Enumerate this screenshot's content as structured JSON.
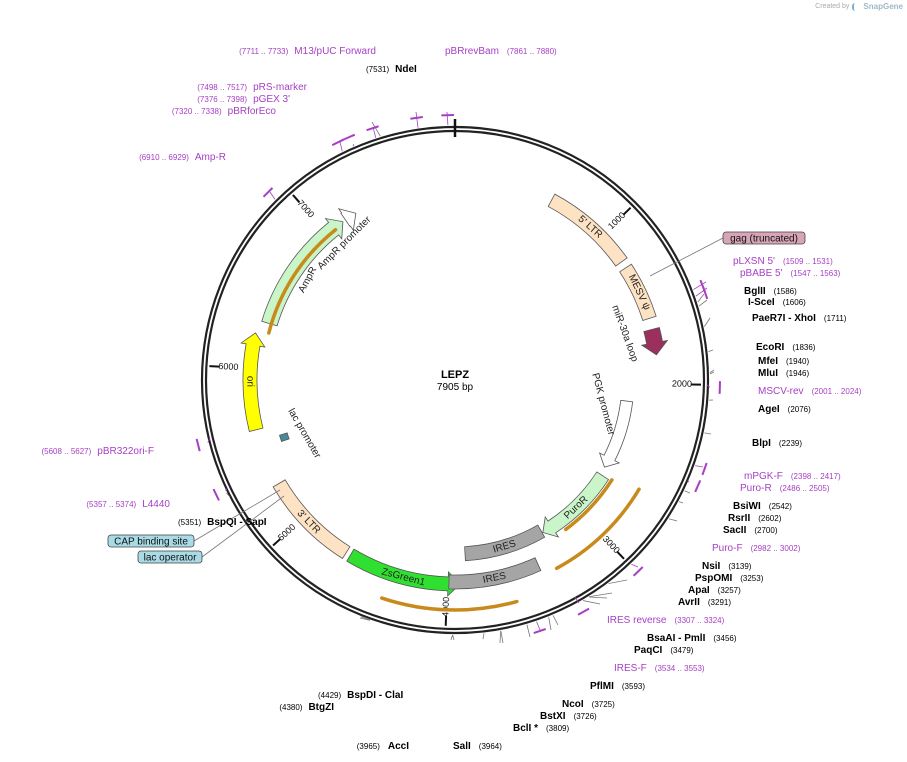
{
  "credit": {
    "prefix": "Created by",
    "logo": "SnapGene"
  },
  "plasmid": {
    "name": "LEPZ",
    "size_label": "7905 bp",
    "length": 7905
  },
  "colors": {
    "site_label": "#000000",
    "primer": "#a63fc4",
    "ltr_fill": "#fde2c4",
    "psi_fill": "#fde2c4",
    "mirna_fill": "#9b2f5e",
    "promoter_fill": "#ffffff",
    "puro_fill": "#c9f5c9",
    "ires_fill": "#a5a5a5",
    "zsgreen_fill": "#30e030",
    "ori_fill": "#ffff00",
    "ampr_fill": "#c9f5c9",
    "orf": "#c98a1c",
    "misc_feature_fill": "#4a8a96",
    "gag_fill": "#d8a4b8",
    "bubble_fill": "#a8dbe5"
  },
  "ticks": [
    {
      "pos": 1000,
      "label": "1000"
    },
    {
      "pos": 2000,
      "label": "2000"
    },
    {
      "pos": 3000,
      "label": "3000"
    },
    {
      "pos": 4000,
      "label": "4000"
    },
    {
      "pos": 5000,
      "label": "5000"
    },
    {
      "pos": 6000,
      "label": "6000"
    },
    {
      "pos": 7000,
      "label": "7000"
    }
  ],
  "features": [
    {
      "name": "5' LTR",
      "start": 620,
      "end": 1200,
      "type": "block",
      "color": "#fde2c4"
    },
    {
      "name": "MESV ψ",
      "start": 1245,
      "end": 1590,
      "type": "block",
      "color": "#fde2c4"
    },
    {
      "name": "miR-30a loop",
      "start": 1660,
      "end": 1820,
      "type": "arrow_cw",
      "color": "#9b2f5e"
    },
    {
      "name": "PGK promoter",
      "start": 2130,
      "end": 2640,
      "type": "arrow_cw",
      "color": "#ffffff"
    },
    {
      "name": "PuroR",
      "start": 2700,
      "end": 3295,
      "type": "arrow_cw",
      "color": "#c9f5c9"
    },
    {
      "name": "IRES",
      "start": 3300,
      "end": 3880,
      "type": "block",
      "color": "#a5a5a5"
    },
    {
      "name": "ZsGreen1",
      "start": 3920,
      "end": 4630,
      "type": "arrow_ccw",
      "color": "#30e030"
    },
    {
      "name": "IRES",
      "start": 3420,
      "end": 3990,
      "type": "block",
      "color": "#a5a5a5",
      "inner": true
    },
    {
      "name": "3' LTR",
      "start": 4660,
      "end": 5260,
      "type": "block",
      "color": "#fde2c4"
    },
    {
      "name": "lac promoter",
      "start": 5500,
      "end": 5545,
      "type": "block",
      "color": "#4a8a96"
    },
    {
      "name": "ori",
      "start": 5620,
      "end": 6220,
      "type": "arrow_cw",
      "color": "#ffff00"
    },
    {
      "name": "AmpR",
      "start": 6300,
      "end": 7130,
      "type": "arrow_cw",
      "color": "#c9f5c9"
    },
    {
      "name": "AmpR promoter",
      "start": 7150,
      "end": 7230,
      "type": "arrow_cw",
      "color": "#ffffff"
    }
  ],
  "inner_labels": [
    {
      "text": "miR-30a loop"
    },
    {
      "text": "PGK promoter"
    },
    {
      "text": "AmpR"
    },
    {
      "text": "AmpR promoter"
    },
    {
      "text": "lac promoter"
    }
  ],
  "primers_outer": [
    {
      "name": "M13/pUC Forward",
      "range": "(7711 .. 7733)",
      "pos": 7722
    },
    {
      "name": "pBRrevBam",
      "range": "(7861 .. 7880)",
      "pos": 7870
    },
    {
      "name": "pRS-marker",
      "range": "(7498 .. 7517)",
      "pos": 7507
    },
    {
      "name": "pGEX 3'",
      "range": "(7376 .. 7398)",
      "pos": 7387
    },
    {
      "name": "pBRforEco",
      "range": "(7320 .. 7338)",
      "pos": 7329
    },
    {
      "name": "Amp-R",
      "range": "(6910 .. 6929)",
      "pos": 6919
    },
    {
      "name": "pBR322ori-F",
      "range": "(5608 .. 5627)",
      "pos": 5617
    },
    {
      "name": "L4440",
      "range": "(5357 .. 5374)",
      "pos": 5365
    },
    {
      "name": "pLXSN 5'",
      "range": "(1509 .. 1531)",
      "pos": 1520
    },
    {
      "name": "pBABE 5'",
      "range": "(1547 .. 1563)",
      "pos": 1555
    },
    {
      "name": "MSCV-rev",
      "range": "(2001 .. 2024)",
      "pos": 2012
    },
    {
      "name": "mPGK-F",
      "range": "(2398 .. 2417)",
      "pos": 2407
    },
    {
      "name": "Puro-R",
      "range": "(2486 .. 2505)",
      "pos": 2495
    },
    {
      "name": "Puro-F",
      "range": "(2982 .. 3002)",
      "pos": 2992
    },
    {
      "name": "IRES reverse",
      "range": "(3307 .. 3324)",
      "pos": 3315
    },
    {
      "name": "IRES-F",
      "range": "(3534 .. 3553)",
      "pos": 3543
    }
  ],
  "sites": [
    {
      "name": "NdeI",
      "num": "(7531)",
      "pos": 7531
    },
    {
      "name": "BglII",
      "num": "(1586)",
      "pos": 1586
    },
    {
      "name": "I-SceI",
      "num": "(1606)",
      "pos": 1606
    },
    {
      "name": "PaeR7I",
      "name2": "XhoI",
      "num": "(1711)",
      "pos": 1711
    },
    {
      "name": "EcoRI",
      "num": "(1836)",
      "pos": 1836
    },
    {
      "name": "MfeI",
      "num": "(1940)",
      "pos": 1940
    },
    {
      "name": "MluI",
      "num": "(1946)",
      "pos": 1946
    },
    {
      "name": "AgeI",
      "num": "(2076)",
      "pos": 2076
    },
    {
      "name": "BlpI",
      "num": "(2239)",
      "pos": 2239
    },
    {
      "name": "BsiWI",
      "num": "(2542)",
      "pos": 2542
    },
    {
      "name": "RsrII",
      "num": "(2602)",
      "pos": 2602
    },
    {
      "name": "SacII",
      "num": "(2700)",
      "pos": 2700
    },
    {
      "name": "NsiI",
      "num": "(3139)",
      "pos": 3139
    },
    {
      "name": "PspOMI",
      "num": "(3253)",
      "pos": 3253
    },
    {
      "name": "ApaI",
      "num": "(3257)",
      "pos": 3257
    },
    {
      "name": "AvrII",
      "num": "(3291)",
      "pos": 3291
    },
    {
      "name": "BsaAI",
      "name2": "PmlI",
      "num": "(3456)",
      "pos": 3456
    },
    {
      "name": "PaqCI",
      "num": "(3479)",
      "pos": 3479
    },
    {
      "name": "PflMI",
      "num": "(3593)",
      "pos": 3593
    },
    {
      "name": "NcoI",
      "num": "(3725)",
      "pos": 3725
    },
    {
      "name": "BstXI",
      "num": "(3726)",
      "pos": 3726
    },
    {
      "name": "BclI *",
      "num": "(3809)",
      "pos": 3809
    },
    {
      "name": "SalI",
      "num": "(3964)",
      "pos": 3964
    },
    {
      "name": "AccI",
      "num": "(3965)",
      "pos": 3965
    },
    {
      "name": "BspDI",
      "name2": "ClaI",
      "num": "(4429)",
      "pos": 4429
    },
    {
      "name": "BtgZI",
      "num": "(4380)",
      "pos": 4380
    },
    {
      "name": "BspQI",
      "name2": "SapI",
      "num": "(5351)",
      "pos": 5351
    }
  ],
  "bubbles": [
    {
      "text": "gag (truncated)",
      "pos": 1450
    },
    {
      "text": "CAP binding site",
      "pos": 5480
    },
    {
      "text": "lac operator",
      "pos": 5530
    }
  ]
}
